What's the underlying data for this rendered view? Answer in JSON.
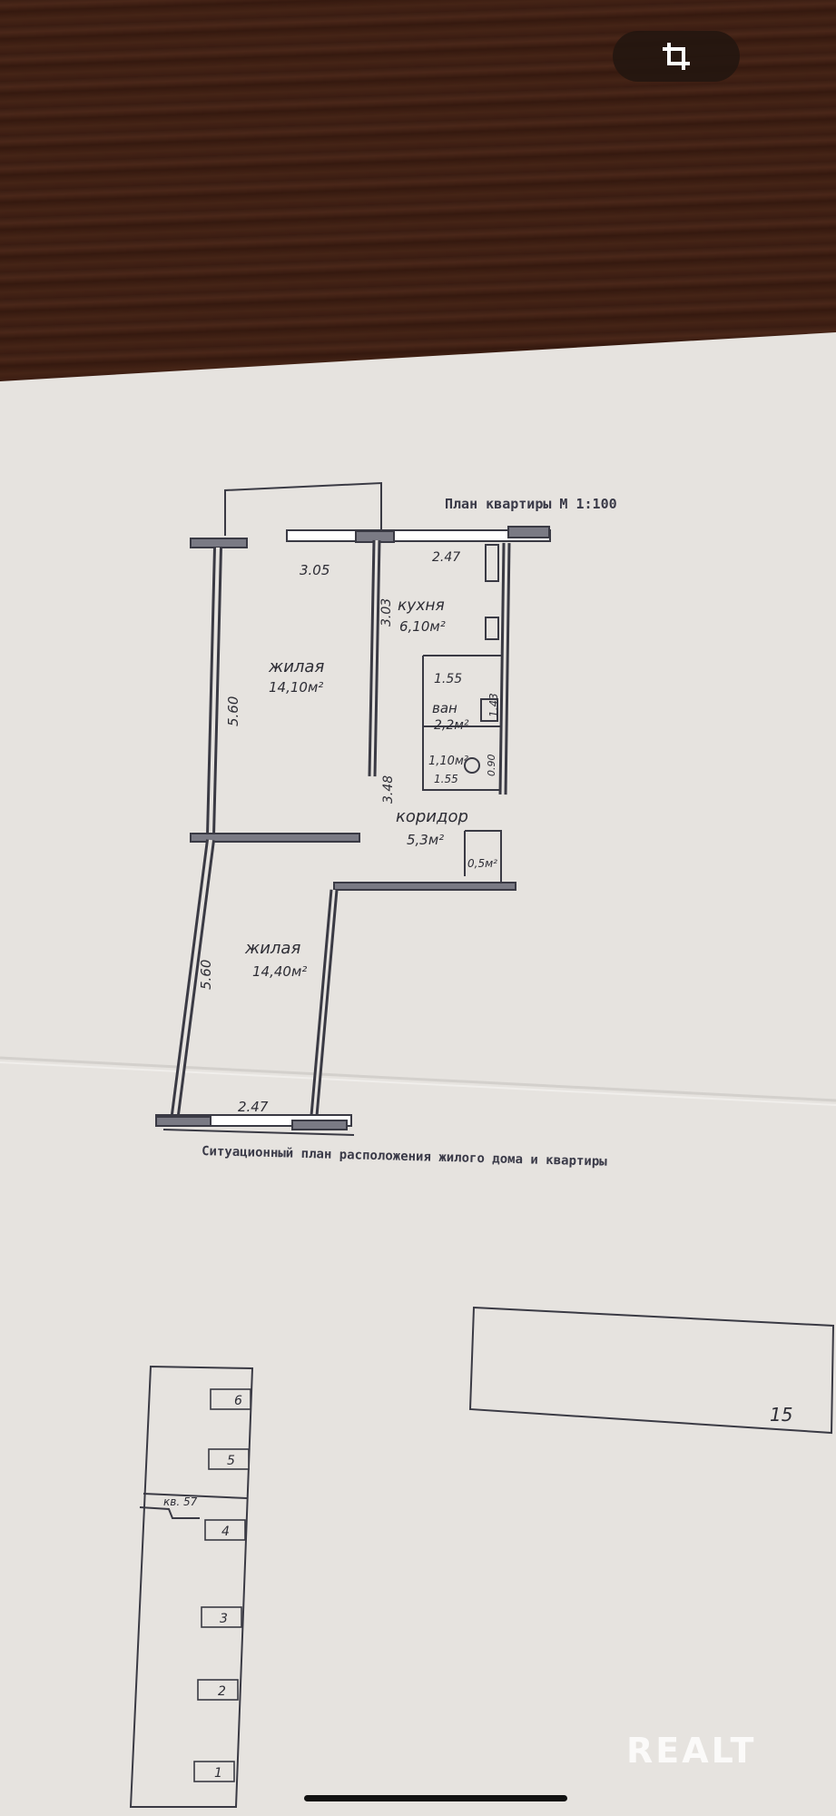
{
  "plan": {
    "title": "План квартиры М 1:100",
    "subtitle": "Ситуационный план расположения жилого дома и квартиры",
    "rooms": {
      "living1": {
        "name": "жилая",
        "area": "14,10м²"
      },
      "kitchen": {
        "name": "кухня",
        "area": "6,10м²"
      },
      "bath": {
        "name": "ван",
        "area": "2,2м²"
      },
      "wc": {
        "area": "1,10м²"
      },
      "corridor": {
        "name": "коридор",
        "area": "5,3м²"
      },
      "closet": {
        "area": "0,5м²"
      },
      "living2": {
        "name": "жилая",
        "area": "14,40м²"
      }
    },
    "dims": {
      "top_left": "3.05",
      "top_kitchen": "2.47",
      "kitchen_side": "3.03",
      "living1_side": "5.60",
      "bath_top": "1.55",
      "bath_side": "1.43",
      "wc_side": "0.90",
      "wc_bottom": "1.55",
      "corridor_side": "3.48",
      "living2_side": "5.60",
      "bottom": "2.47"
    }
  },
  "site": {
    "building_number": "15",
    "apartment_label": "кв. 57",
    "entrances": [
      "6",
      "5",
      "4",
      "3",
      "2",
      "1"
    ]
  },
  "watermark": "REALT"
}
